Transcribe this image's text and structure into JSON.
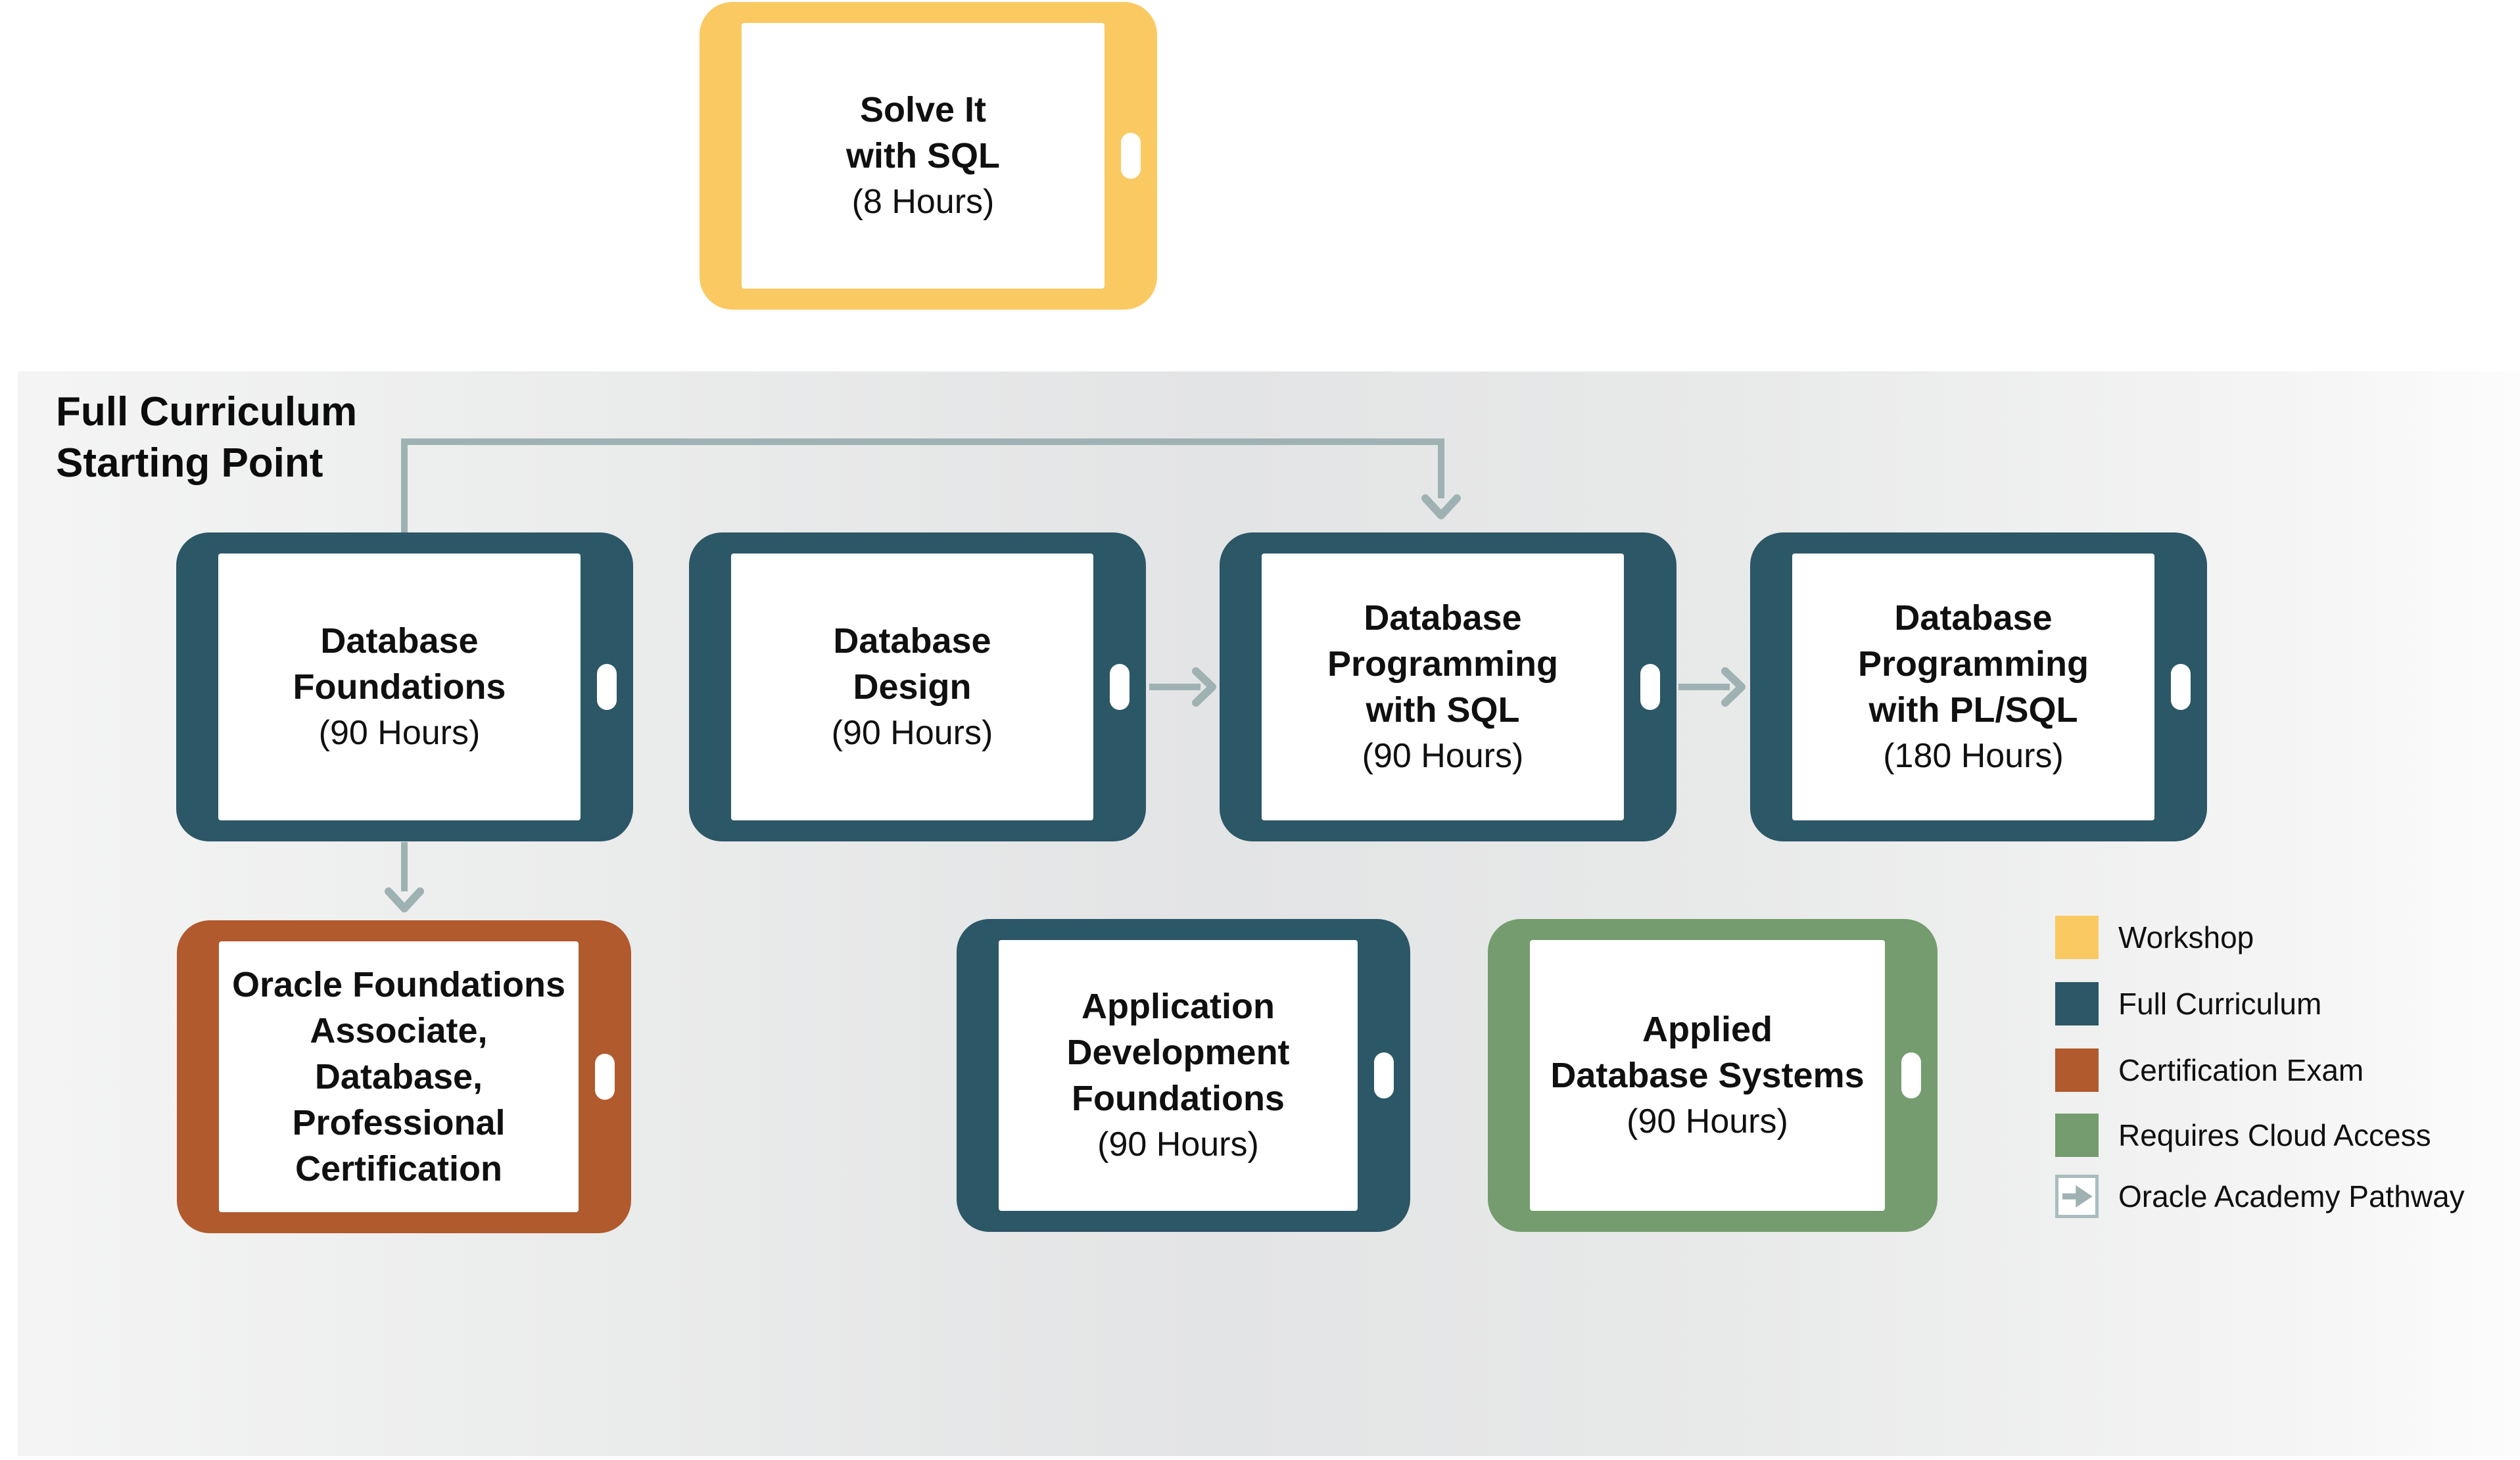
{
  "diagram": {
    "starting_point_label": [
      "Full Curriculum",
      "Starting Point"
    ]
  },
  "tablets": [
    {
      "id": "solve-it-with-sql",
      "category": "workshop",
      "lines": [
        "Solve It",
        "with SQL"
      ],
      "hours": "(8 Hours)"
    },
    {
      "id": "database-foundations",
      "category": "full-curriculum",
      "lines": [
        "Database",
        "Foundations"
      ],
      "hours": "(90 Hours)"
    },
    {
      "id": "database-design",
      "category": "full-curriculum",
      "lines": [
        "Database",
        "Design"
      ],
      "hours": "(90 Hours)"
    },
    {
      "id": "database-programming-with-sql",
      "category": "full-curriculum",
      "lines": [
        "Database",
        "Programming",
        "with SQL"
      ],
      "hours": "(90 Hours)"
    },
    {
      "id": "database-programming-with-plsql",
      "category": "full-curriculum",
      "lines": [
        "Database",
        "Programming",
        "with PL/SQL"
      ],
      "hours": "(180 Hours)"
    },
    {
      "id": "oracle-foundations-certification",
      "category": "certification-exam",
      "lines": [
        "Oracle Foundations",
        "Associate,",
        "Database,",
        "Professional",
        "Certification"
      ],
      "hours": ""
    },
    {
      "id": "application-development-foundations",
      "category": "full-curriculum",
      "lines": [
        "Application",
        "Development",
        "Foundations"
      ],
      "hours": "(90 Hours)"
    },
    {
      "id": "applied-database-systems",
      "category": "requires-cloud-access",
      "lines": [
        "Applied",
        "Database Systems"
      ],
      "hours": "(90 Hours)"
    }
  ],
  "legend": {
    "items": [
      {
        "label": "Workshop",
        "color": "#fac962"
      },
      {
        "label": "Full Curriculum",
        "color": "#2c5766"
      },
      {
        "label": "Certification Exam",
        "color": "#b05a2d"
      },
      {
        "label": "Requires Cloud Access",
        "color": "#749c6e"
      },
      {
        "label": "Oracle Academy Pathway",
        "icon": "right-arrow-icon"
      }
    ]
  },
  "connectors": [
    {
      "from": "database-foundations",
      "to": "database-programming-with-sql",
      "type": "pathway-arrow"
    },
    {
      "from": "database-design",
      "to": "database-programming-with-sql",
      "type": "pathway-arrow"
    },
    {
      "from": "database-programming-with-sql",
      "to": "database-programming-with-plsql",
      "type": "pathway-arrow"
    },
    {
      "from": "database-foundations",
      "to": "oracle-foundations-certification",
      "type": "pathway-arrow"
    }
  ],
  "colors": {
    "workshop": "#fac962",
    "full_curriculum": "#2c5766",
    "certification_exam": "#b05a2d",
    "requires_cloud_access": "#749c6e",
    "pathway_line": "#9fb2b3",
    "text": "#101010",
    "band_gradient": [
      "#f4f4f4",
      "#e3e4e5",
      "#fcfcfc"
    ]
  }
}
